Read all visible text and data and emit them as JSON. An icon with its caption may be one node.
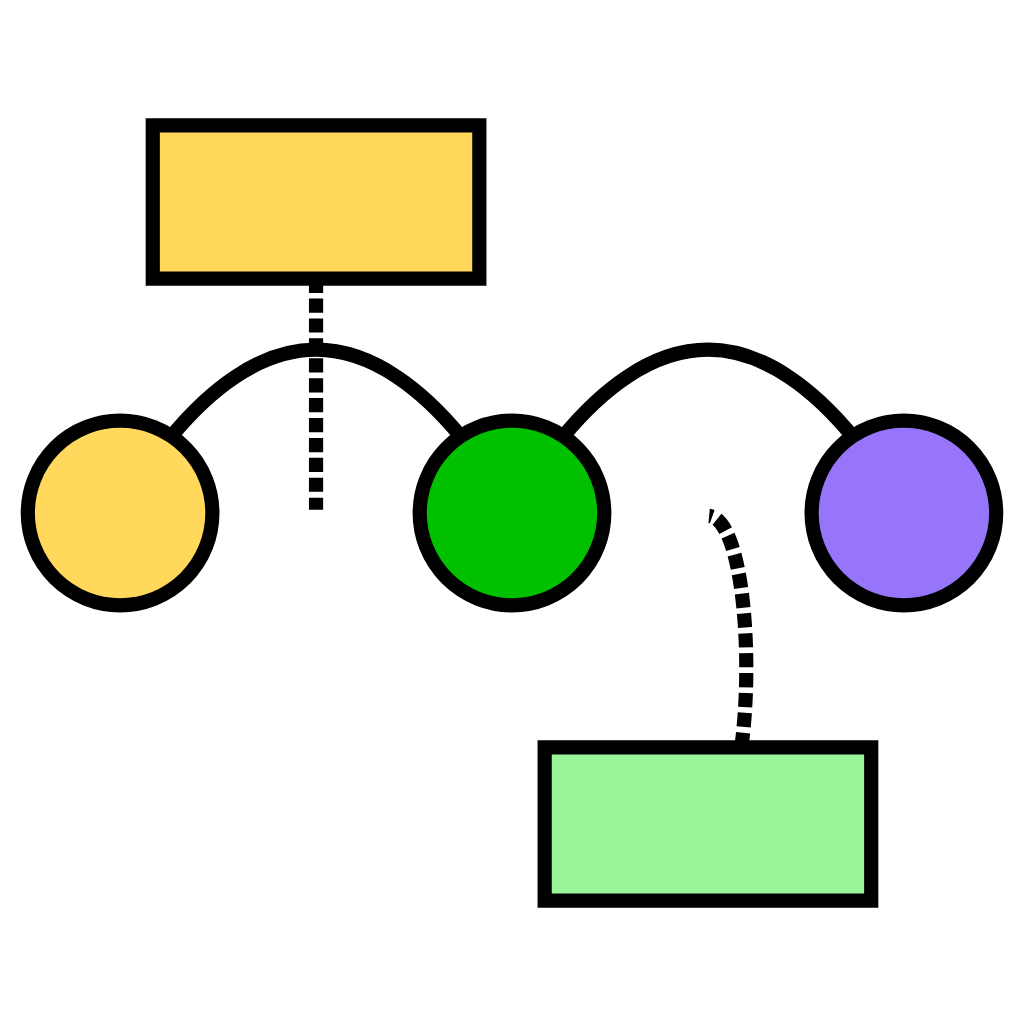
{
  "diagram": {
    "nodes": [
      {
        "text": [],
        "shape": "box"
      },
      {
        "text": [],
        "shape": "circle"
      },
      {
        "text": [],
        "shape": "circle"
      },
      {
        "text": [],
        "shape": "circle"
      },
      {
        "text": [],
        "shape": "box"
      }
    ],
    "edges": [
      {
        "from": 1,
        "to": 2,
        "arrow": "none"
      },
      {
        "from": 2,
        "to": 3,
        "arrow": "none"
      },
      {
        "from": 0,
        "to": null,
        "arrow": "none",
        "style": "dashed"
      },
      {
        "from": 4,
        "to": null,
        "arrow": "none",
        "style": "dashed"
      }
    ]
  }
}
